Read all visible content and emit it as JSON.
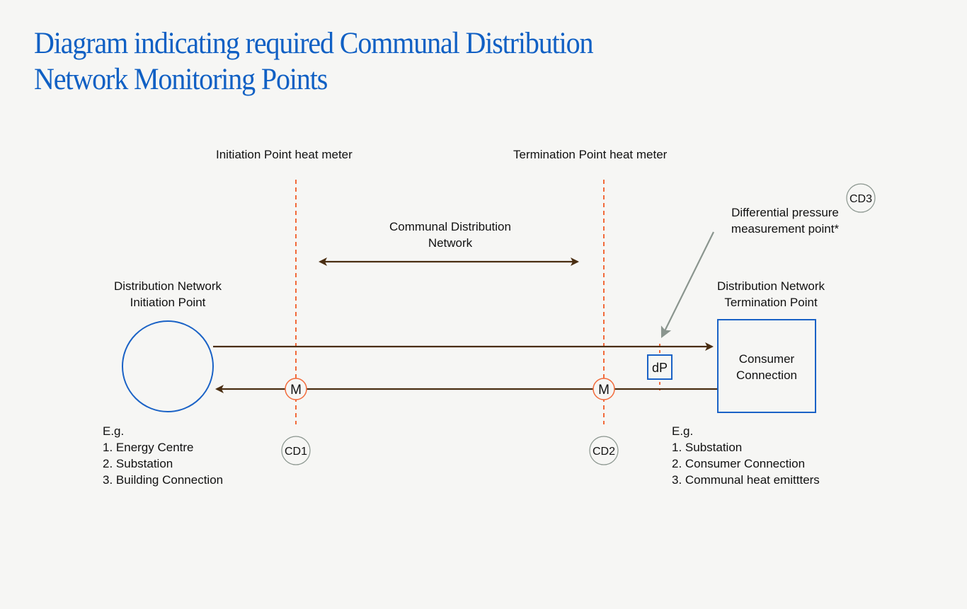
{
  "title": {
    "line1": "Diagram indicating required Communal Distribution",
    "line2": "Network Monitoring Points"
  },
  "labels": {
    "initiation_meter": "Initiation Point heat meter",
    "termination_meter": "Termination Point heat meter",
    "communal_network": {
      "line1": "Communal Distribution",
      "line2": "Network"
    },
    "initiation_point": {
      "line1": "Distribution Network",
      "line2": "Initiation Point"
    },
    "termination_point": {
      "line1": "Distribution Network",
      "line2": "Termination Point"
    },
    "differential_pressure": {
      "line1": "Differential pressure",
      "line2": "measurement point*"
    }
  },
  "nodes": {
    "consumer_connection": {
      "line1": "Consumer",
      "line2": "Connection"
    },
    "dp_box": "dP",
    "meter_1": "M",
    "meter_2": "M"
  },
  "badges": {
    "cd1": "CD1",
    "cd2": "CD2",
    "cd3": "CD3"
  },
  "examples_left": {
    "heading": "E.g.",
    "items": [
      "1. Energy Centre",
      "2. Substation",
      "3. Building Connection"
    ]
  },
  "examples_right": {
    "heading": "E.g.",
    "items": [
      "1. Substation",
      "2. Consumer Connection",
      "3. Communal heat emittters"
    ]
  },
  "colors": {
    "title": "#1060c4",
    "node_outline": "#1a62c6",
    "flow_line": "#4a2e12",
    "meter_line": "#f26a3a",
    "badge_outline": "#8a958e",
    "pointer": "#8a958e"
  }
}
